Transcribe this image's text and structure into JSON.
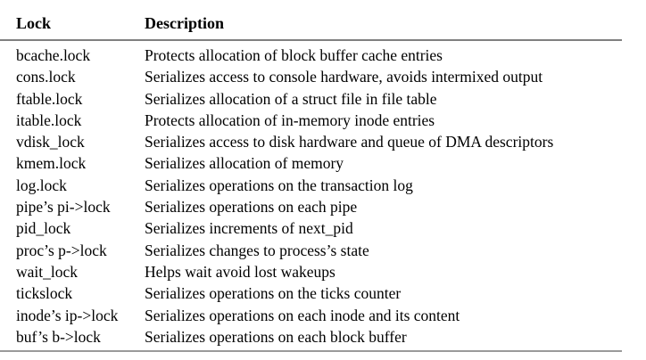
{
  "table": {
    "columns": {
      "lock_header": "Lock",
      "description_header": "Description"
    },
    "rows": [
      {
        "lock": "bcache.lock",
        "description": "Protects allocation of block buffer cache entries"
      },
      {
        "lock": "cons.lock",
        "description": "Serializes access to console hardware, avoids intermixed output"
      },
      {
        "lock": "ftable.lock",
        "description": "Serializes allocation of a struct file in file table"
      },
      {
        "lock": "itable.lock",
        "description": "Protects allocation of in-memory inode entries"
      },
      {
        "lock": "vdisk_lock",
        "description": "Serializes access to disk hardware and queue of DMA descriptors"
      },
      {
        "lock": "kmem.lock",
        "description": "Serializes allocation of memory"
      },
      {
        "lock": "log.lock",
        "description": "Serializes operations on the transaction log"
      },
      {
        "lock": "pipe’s pi->lock",
        "description": "Serializes operations on each pipe"
      },
      {
        "lock": "pid_lock",
        "description": "Serializes increments of next_pid"
      },
      {
        "lock": "proc’s p->lock",
        "description": "Serializes changes to process’s state"
      },
      {
        "lock": "wait_lock",
        "description": "Helps wait avoid lost wakeups"
      },
      {
        "lock": "tickslock",
        "description": "Serializes operations on the ticks counter"
      },
      {
        "lock": "inode’s ip->lock",
        "description": "Serializes operations on each inode and its content"
      },
      {
        "lock": "buf’s b->lock",
        "description": "Serializes operations on each block buffer"
      }
    ],
    "rule_color": "#808080"
  }
}
